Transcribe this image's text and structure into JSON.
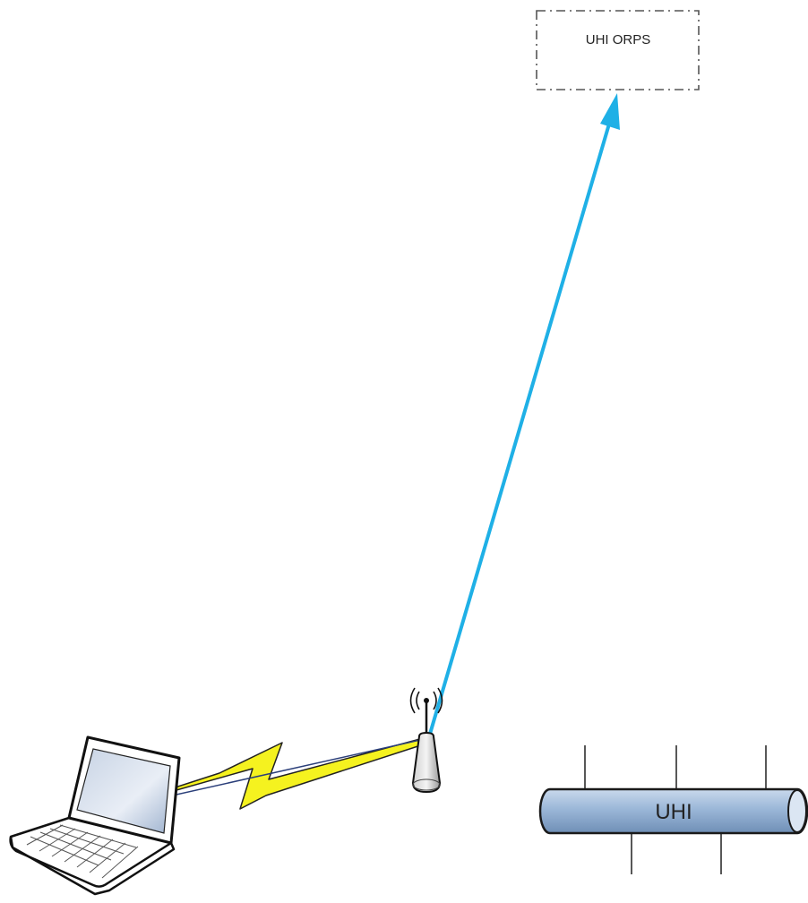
{
  "nodes": {
    "orps_box": {
      "label": "UHI ORPS"
    },
    "network_bus": {
      "label": "UHI"
    },
    "laptop": {
      "icon": "laptop-icon"
    },
    "access_point": {
      "icon": "wireless-access-point-icon"
    }
  },
  "links": {
    "uplink": {
      "from": "access_point",
      "to": "orps_box",
      "color": "#1fb0e6"
    },
    "wireless": {
      "from": "laptop",
      "to": "access_point",
      "color": "#f5f21f",
      "outline": "#222222"
    }
  },
  "colors": {
    "bus_fill": "#9bb7d8",
    "bus_stroke": "#1a1a1a",
    "box_dash": "#555555"
  }
}
